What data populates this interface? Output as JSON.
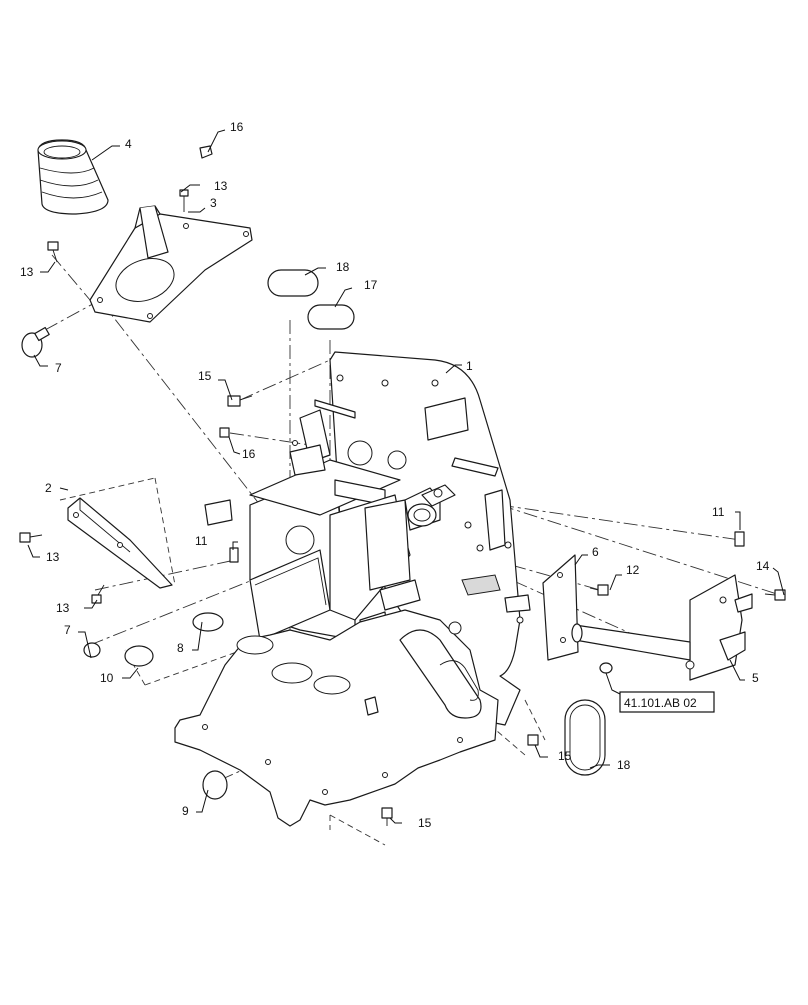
{
  "callouts": {
    "c1": "1",
    "c2": "2",
    "c3": "3",
    "c4": "4",
    "c5": "5",
    "c6": "6",
    "c7a": "7",
    "c7b": "7",
    "c8": "8",
    "c9": "9",
    "c10": "10",
    "c11a": "11",
    "c11b": "11",
    "c12": "12",
    "c13a": "13",
    "c13b": "13",
    "c13c": "13",
    "c13d": "13",
    "c14": "14",
    "c15a": "15",
    "c15b": "15",
    "c15c": "15",
    "c16a": "16",
    "c16b": "16",
    "c17": "17",
    "c18a": "18",
    "c18b": "18"
  },
  "reference": "41.101.AB 02"
}
